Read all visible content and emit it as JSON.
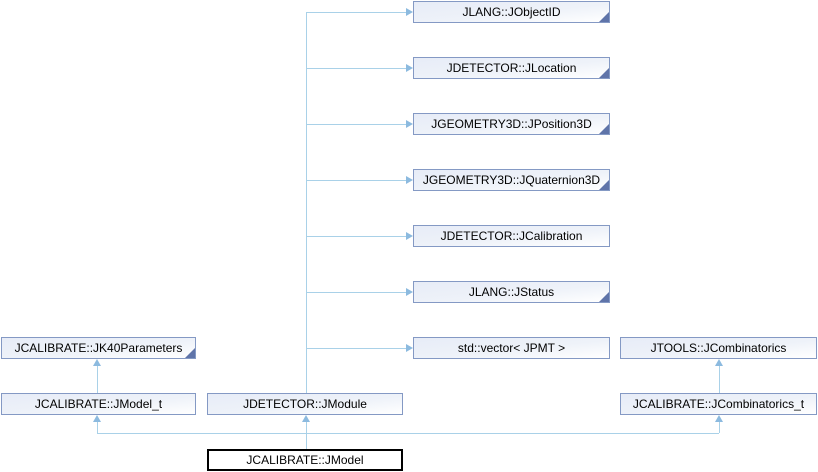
{
  "diagram": {
    "kind": "class-collaboration-graph",
    "colors": {
      "edge": "#a9d1e8",
      "arrow": "#8cbadf",
      "node_border": "#8499c4",
      "node_fill_a": "#e7ecf7",
      "node_fill_b": "#eef2f9",
      "node_fill_c": "#ffffff",
      "fold": "#5f74a9",
      "current_border": "#000000"
    },
    "nodes": {
      "jobjectid": {
        "label": "JLANG::JObjectID"
      },
      "jlocation": {
        "label": "JDETECTOR::JLocation"
      },
      "jposition3d": {
        "label": "JGEOMETRY3D::JPosition3D"
      },
      "jquaternion3d": {
        "label": "JGEOMETRY3D::JQuaternion3D"
      },
      "jcalibration": {
        "label": "JDETECTOR::JCalibration"
      },
      "jstatus": {
        "label": "JLANG::JStatus"
      },
      "jpmtvector": {
        "label": "std::vector< JPMT >"
      },
      "jtoolscombinatorics": {
        "label": "JTOOLS::JCombinatorics"
      },
      "jk40parameters": {
        "label": "JCALIBRATE::JK40Parameters"
      },
      "jmodel_t": {
        "label": "JCALIBRATE::JModel_t"
      },
      "jmodule": {
        "label": "JDETECTOR::JModule"
      },
      "jcombinatorics_t": {
        "label": "JCALIBRATE::JCombinatorics_t"
      },
      "jmodel": {
        "label": "JCALIBRATE::JModel"
      }
    },
    "edges": [
      {
        "from": "jmodule",
        "to": "jobjectid"
      },
      {
        "from": "jmodule",
        "to": "jlocation"
      },
      {
        "from": "jmodule",
        "to": "jposition3d"
      },
      {
        "from": "jmodule",
        "to": "jquaternion3d"
      },
      {
        "from": "jmodule",
        "to": "jcalibration"
      },
      {
        "from": "jmodule",
        "to": "jstatus"
      },
      {
        "from": "jmodule",
        "to": "jpmtvector"
      },
      {
        "from": "jmodel_t",
        "to": "jk40parameters"
      },
      {
        "from": "jcombinatorics_t",
        "to": "jtoolscombinatorics"
      },
      {
        "from": "jmodel",
        "to": "jmodel_t"
      },
      {
        "from": "jmodel",
        "to": "jmodule"
      },
      {
        "from": "jmodel",
        "to": "jcombinatorics_t"
      }
    ]
  }
}
